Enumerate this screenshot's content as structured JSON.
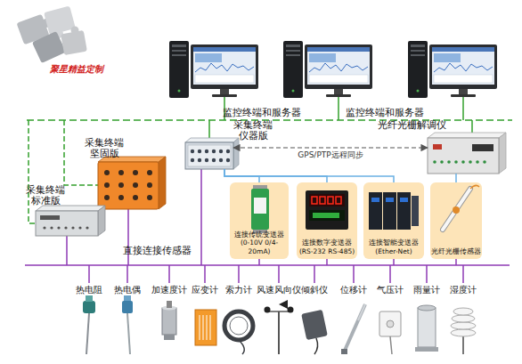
{
  "diagram": {
    "nodes": [
      {
        "text": [
          "采集终端 仪器版"
        ]
      },
      {
        "text": [
          "光纤光栅解调仪"
        ]
      },
      {
        "text": [
          "采集终端 坚固版"
        ]
      },
      {
        "text": [
          "采集终端 标准版"
        ]
      },
      {
        "text": [
          "连接传统变送器 (0-10V 0/4-20mA)"
        ]
      },
      {
        "text": [
          "连接数字变送器 (RS-232 RS-485)"
        ]
      },
      {
        "text": [
          "连接智能变送器 (Ether-Net)"
        ]
      },
      {
        "text": [
          "光纤光栅传感器"
        ]
      }
    ],
    "edges": [
      {
        "from": 0,
        "to": 1,
        "label": "GPS/PTP远程同步",
        "arrow": "both"
      },
      {
        "from": 0,
        "to": 4,
        "arrow": "none"
      },
      {
        "from": 0,
        "to": 5,
        "arrow": "none"
      },
      {
        "from": 0,
        "to": 6,
        "arrow": "none"
      },
      {
        "from": 1,
        "to": 7,
        "arrow": "none"
      }
    ],
    "labels": [
      "聚星精益定制",
      "监控终端和服务器",
      "监控终端和服务器",
      "直接连接传感器",
      "热电阻",
      "热电偶",
      "加速度计",
      "应变计",
      "索力计",
      "风速风向仪",
      "倾斜仪",
      "位移计",
      "气压计",
      "雨量计",
      "湿度计"
    ]
  }
}
